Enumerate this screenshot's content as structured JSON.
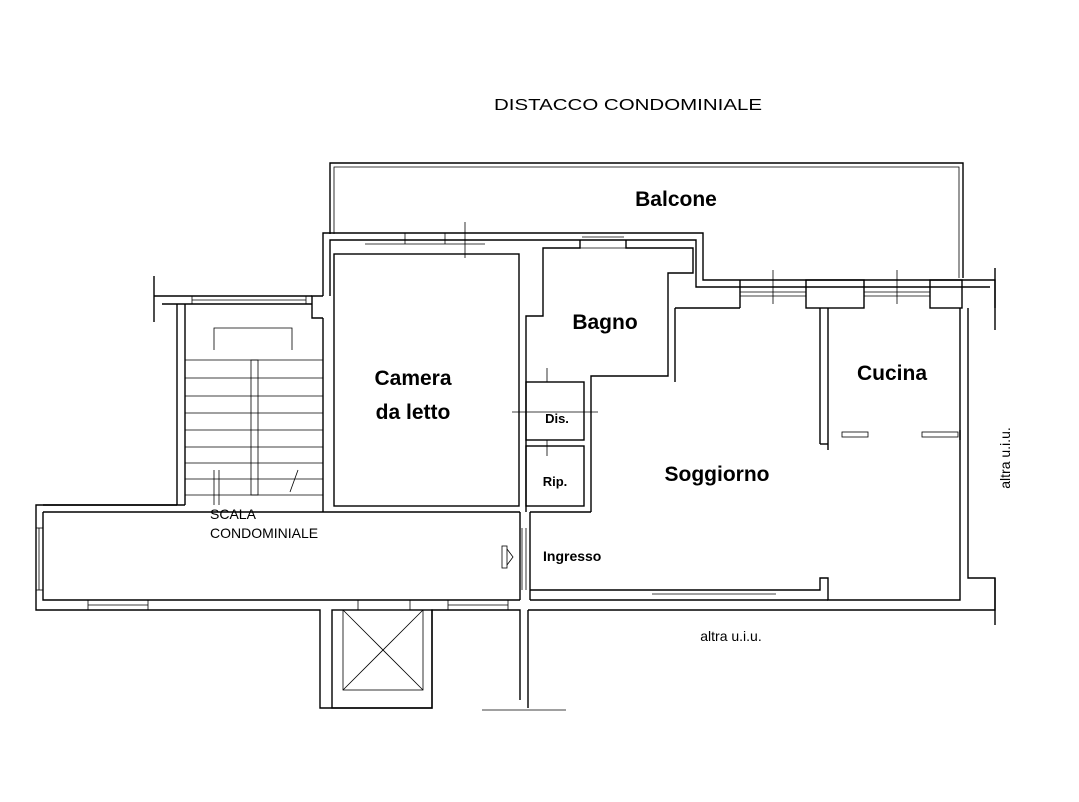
{
  "plan": {
    "header": "DISTACCO CONDOMINIALE",
    "rooms": {
      "balcone": "Balcone",
      "bagno": "Bagno",
      "camera_l1": "Camera",
      "camera_l2": "da letto",
      "cucina": "Cucina",
      "soggiorno": "Soggiorno",
      "dis": "Dis.",
      "rip": "Rip.",
      "ingresso": "Ingresso"
    },
    "scala_l1": "SCALA",
    "scala_l2": "CONDOMINIALE",
    "neighbor_bottom": "altra u.i.u.",
    "neighbor_right": "altra u.i.u."
  }
}
